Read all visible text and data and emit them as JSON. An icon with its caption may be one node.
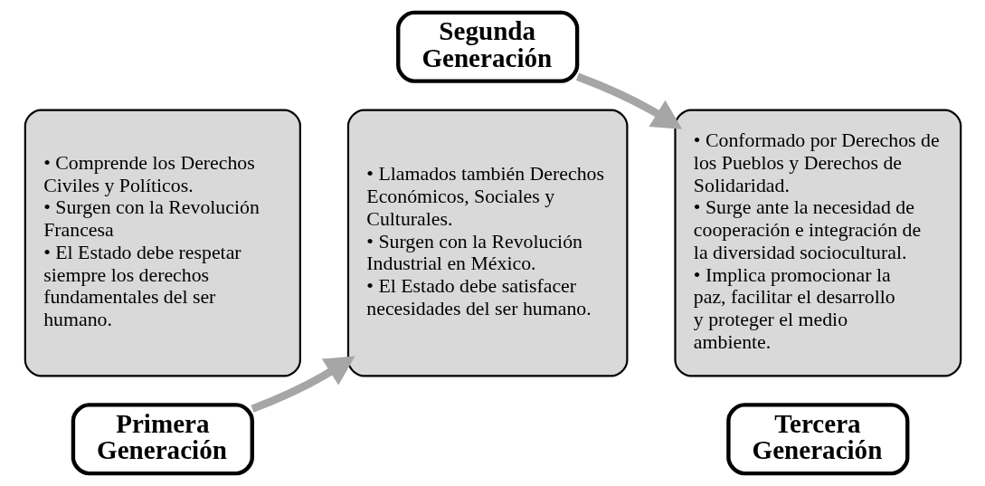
{
  "diagram": {
    "nodes": [
      {
        "text": [
          "• Comprende los Derechos Civiles y Políticos.",
          "• Surgen con la Revolución Francesa",
          "• El Estado debe respetar siempre los derechos fundamentales del ser humano."
        ]
      },
      {
        "text": [
          "Primera Generación"
        ]
      },
      {
        "text": [
          "• Llamados también Derechos Económicos, Sociales y Culturales.",
          "• Surgen con la Revolución Industrial en México.",
          "• El Estado debe satisfacer necesidades del ser humano."
        ]
      },
      {
        "text": [
          "Segunda Generación"
        ]
      },
      {
        "text": [
          "• Conformado por Derechos de los Pueblos y Derechos de Solidaridad.",
          "• Surge ante la necesidad de cooperación e integración de la diversidad sociocultural.",
          "• Implica promocionar la paz, facilitar el desarrollo y proteger el medio ambiente."
        ]
      },
      {
        "text": [
          "Tercera Generación"
        ]
      }
    ],
    "edges": [
      {
        "from": 1,
        "to": 2,
        "arrow": "to"
      },
      {
        "from": 3,
        "to": 4,
        "arrow": "to"
      }
    ]
  }
}
